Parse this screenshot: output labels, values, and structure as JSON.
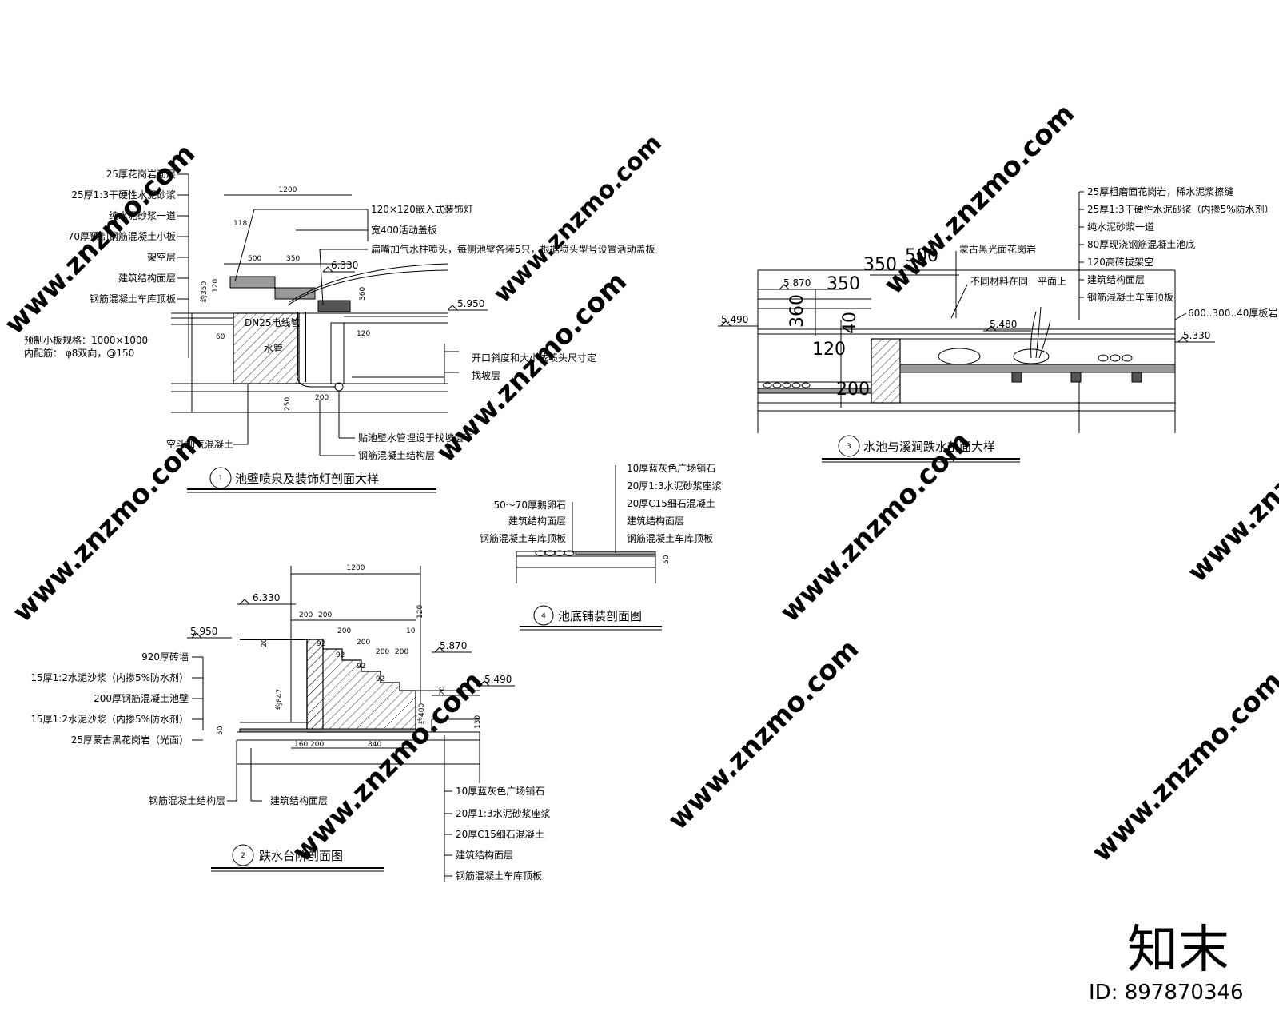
{
  "watermark": {
    "site": "www.znzmo.com",
    "logo": "知末",
    "id_text": "ID: 897870346"
  },
  "detail1": {
    "number": "1",
    "title": "池壁喷泉及装饰灯剖面大样",
    "left_labels": [
      "25厚花岗岩面层",
      "25厚1:3干硬性水泥砂浆",
      "纯水泥砂浆一道",
      "70厚预制钢筋混凝土小板",
      "架空层",
      "建筑结构面层",
      "钢筋混凝土车库顶板"
    ],
    "board_note": [
      "预制小板规格：1000×1000",
      "内配筋：  φ8双向，@150"
    ],
    "right_labels": [
      "120×120嵌入式装饰灯",
      "宽400活动盖板",
      "扁嘴加气水柱喷头，每侧池壁各装5只，根据喷头型号设置活动盖板",
      "开口斜度和大小依喷头尺寸定",
      "找坡层",
      "贴池壁水管埋设于找坡层下",
      "钢筋混凝土结构层"
    ],
    "bottom_label": "空斗加气混凝土",
    "pipe_label": "DN25电线管",
    "water_label": "水管",
    "dims": [
      "1200",
      "118",
      "500",
      "350",
      "约350",
      "120",
      "60",
      "360",
      "120",
      "250",
      "200"
    ],
    "elevations": [
      "6.330",
      "5.950"
    ]
  },
  "detail2": {
    "number": "2",
    "title": "跌水台阶剖面图",
    "left_labels": [
      "920厚砖墙",
      "15厚1:2水泥沙浆（内掺5%防水剂）",
      "200厚钢筋混凝土池壁",
      "15厚1:2水泥沙浆（内掺5%防水剂）",
      "25厚蒙古黑花岗岩（光面）"
    ],
    "bottom_left_labels": [
      "钢筋混凝土结构层",
      "建筑结构面层"
    ],
    "bottom_right_labels": [
      "10厚蓝灰色广场铺石",
      "20厚1:3水泥砂浆座浆",
      "20厚C15细石混凝土",
      "建筑结构面层",
      "钢筋混凝土车库顶板"
    ],
    "dims": [
      "1200",
      "200",
      "200",
      "200",
      "200",
      "200",
      "200",
      "20",
      "10",
      "120",
      "92",
      "92",
      "92",
      "92",
      "约847",
      "约400",
      "20",
      "130",
      "50",
      "160",
      "200",
      "840"
    ],
    "elevations": [
      "6.330",
      "5.950",
      "5.870",
      "5.490"
    ]
  },
  "detail3": {
    "number": "3",
    "title": "水池与溪涧跌水剖面大样",
    "right_labels": [
      "25厚粗磨面花岗岩，稀水泥浆擦缝",
      "25厚1:3干硬性水泥砂浆（内掺5%防水剂）",
      "纯水泥砂浆一道",
      "80厚现浇钢筋混凝土池底",
      "120高砖拔架空",
      "建筑结构面层",
      "钢筋混凝土车库顶板",
      "600..300..40厚板岩"
    ],
    "top_labels": [
      "蒙古黑光面花岗岩",
      "不同材料在同一平面上"
    ],
    "dims": [
      "500",
      "350",
      "350",
      "360",
      "40",
      "120",
      "200"
    ],
    "elevations": [
      "5.870",
      "5.490",
      "5.480",
      "5.330"
    ]
  },
  "detail4": {
    "number": "4",
    "title": "池底铺装剖面图",
    "left_labels": [
      "50～70厚鹅卵石",
      "建筑结构面层",
      "钢筋混凝土车库顶板"
    ],
    "right_labels": [
      "10厚蓝灰色广场铺石",
      "20厚1:3水泥砂浆座浆",
      "20厚C15细石混凝土",
      "建筑结构面层",
      "钢筋混凝土车库顶板"
    ],
    "dims": [
      "50"
    ]
  }
}
